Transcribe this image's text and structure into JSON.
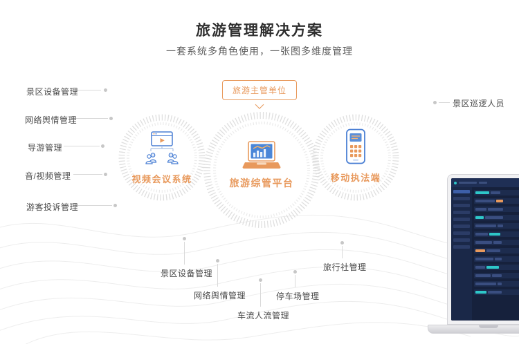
{
  "header": {
    "title": "旅游管理解决方案",
    "subtitle": "一套系统多角色使用，一张图多维度管理"
  },
  "diagram": {
    "authority_label": "旅游主管单位",
    "nodes": {
      "left": {
        "label": "视频会议系统"
      },
      "center": {
        "label": "旅游综管平台"
      },
      "right": {
        "label": "移动执法端"
      }
    },
    "left_items": [
      "景区设备管理",
      "网络舆情管理",
      "导游管理",
      "音/视频管理",
      "游客投诉管理"
    ],
    "right_items": [
      "景区巡逻人员"
    ],
    "bottom_items": [
      "景区设备管理",
      "网络舆情管理",
      "车流人流管理",
      "停车场管理",
      "旅行社管理"
    ]
  },
  "colors": {
    "accent_orange": "#e8995c",
    "icon_blue": "#4a7fd4",
    "ring_gray": "#dfdfdf",
    "connector_gray": "#d9d9d9",
    "dashboard_bg": "#16213c",
    "dashboard_teal": "#2ec7c9"
  }
}
